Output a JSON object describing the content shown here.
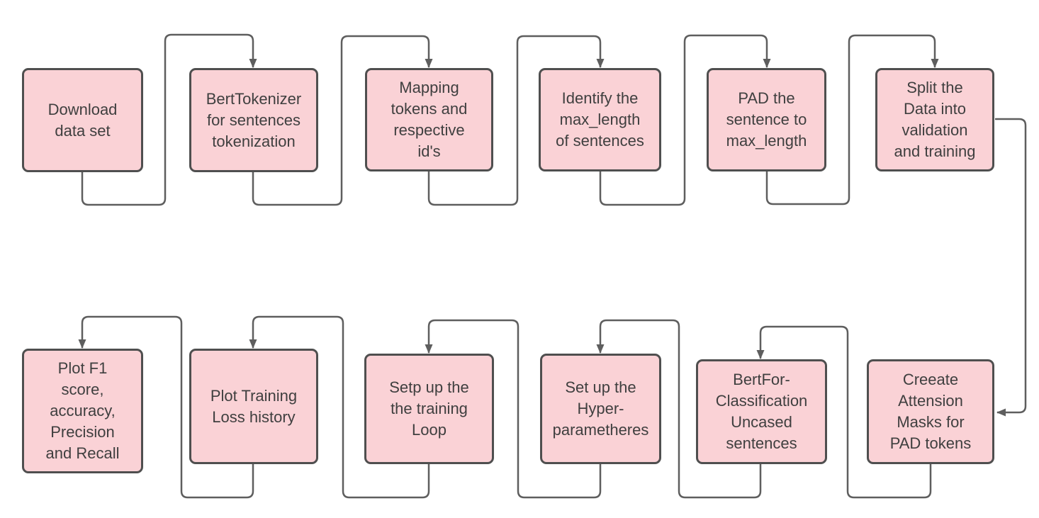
{
  "diagram": {
    "type": "flowchart",
    "colors": {
      "background": "#ffffff",
      "node_fill": "#fad2d6",
      "node_border": "#4f4f4f",
      "connector": "#5e5e5e",
      "text": "#3f3f3f"
    },
    "nodes": [
      {
        "id": "download-data-set",
        "label": "Download\ndata set"
      },
      {
        "id": "bert-tokenizer",
        "label": "BertTokenizer\nfor sentences\ntokenization"
      },
      {
        "id": "mapping-tokens-ids",
        "label": "Mapping\ntokens and\nrespective\nid's"
      },
      {
        "id": "identify-max-length",
        "label": "Identify the\nmax_length\nof sentences"
      },
      {
        "id": "pad-sentence",
        "label": "PAD the\nsentence to\nmax_length"
      },
      {
        "id": "split-data",
        "label": "Split the\nData into\nvalidation\nand training"
      },
      {
        "id": "plot-f1-metrics",
        "label": "Plot F1\nscore,\naccuracy,\nPrecision\nand Recall"
      },
      {
        "id": "plot-training-loss",
        "label": "Plot Training\nLoss history"
      },
      {
        "id": "training-loop",
        "label": "Setp up the\nthe training\nLoop"
      },
      {
        "id": "hyperparameters",
        "label": "Set up the\nHyper-\nparametheres"
      },
      {
        "id": "bert-for-classification",
        "label": "BertFor-\nClassification\nUncased\nsentences"
      },
      {
        "id": "attention-masks",
        "label": "Creeate\nAttension\nMasks for\nPAD tokens"
      }
    ],
    "edges": [
      {
        "from": "download-data-set",
        "to": "bert-tokenizer"
      },
      {
        "from": "bert-tokenizer",
        "to": "mapping-tokens-ids"
      },
      {
        "from": "mapping-tokens-ids",
        "to": "identify-max-length"
      },
      {
        "from": "identify-max-length",
        "to": "pad-sentence"
      },
      {
        "from": "pad-sentence",
        "to": "split-data"
      },
      {
        "from": "split-data",
        "to": "attention-masks"
      },
      {
        "from": "attention-masks",
        "to": "bert-for-classification"
      },
      {
        "from": "bert-for-classification",
        "to": "hyperparameters"
      },
      {
        "from": "hyperparameters",
        "to": "training-loop"
      },
      {
        "from": "training-loop",
        "to": "plot-training-loss"
      },
      {
        "from": "plot-training-loss",
        "to": "plot-f1-metrics"
      }
    ]
  }
}
